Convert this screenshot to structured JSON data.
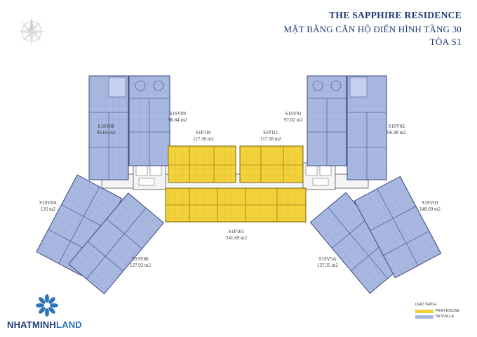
{
  "header": {
    "title": "THE SAPPHIRE RESIDENCE",
    "subtitle": "MẶT BẰNG CĂN HỘ ĐIỂN HÌNH TẦNG 30",
    "building": "TÒA S1"
  },
  "units": {
    "s1sv08": {
      "code": "S1SV08",
      "area": "95.64 m2"
    },
    "s1sv09": {
      "code": "S1SV09",
      "area": "96.84 m2"
    },
    "s1p110": {
      "code": "S1P110",
      "area": "117.36 m2"
    },
    "s1p111": {
      "code": "S1P111",
      "area": "117.58 m2"
    },
    "s1sv01": {
      "code": "S1SV01",
      "area": "97.02 m2"
    },
    "s1sv02": {
      "code": "S1SV02",
      "area": "96.48 m2"
    },
    "s1sv8a": {
      "code": "S1SV8A",
      "area": "126 m2"
    },
    "s1sv03": {
      "code": "S1SV03",
      "area": "148.69 m2"
    },
    "s1p105": {
      "code": "S1P105",
      "area": "241.69 m2"
    },
    "s1sv06": {
      "code": "S1SV06",
      "area": "127.93 m2"
    },
    "s1sv5a": {
      "code": "S1SV5A",
      "area": "137.35 m2"
    }
  },
  "logo": {
    "part1": "NHATMINH",
    "part2": "LAND",
    "icon": "snowflake-logo-icon"
  },
  "legend": {
    "title": "CHÚ THÍCH",
    "items": [
      {
        "label": "PENTHOUSE",
        "color": "#f2d13a"
      },
      {
        "label": "SKYVILLA",
        "color": "#a8b8e0"
      }
    ]
  },
  "colors": {
    "penthouse": "#f2d13a",
    "skyvilla": "#a8b8e0",
    "title": "#1f3b77"
  },
  "compass": {
    "icon": "compass-rose-icon"
  }
}
